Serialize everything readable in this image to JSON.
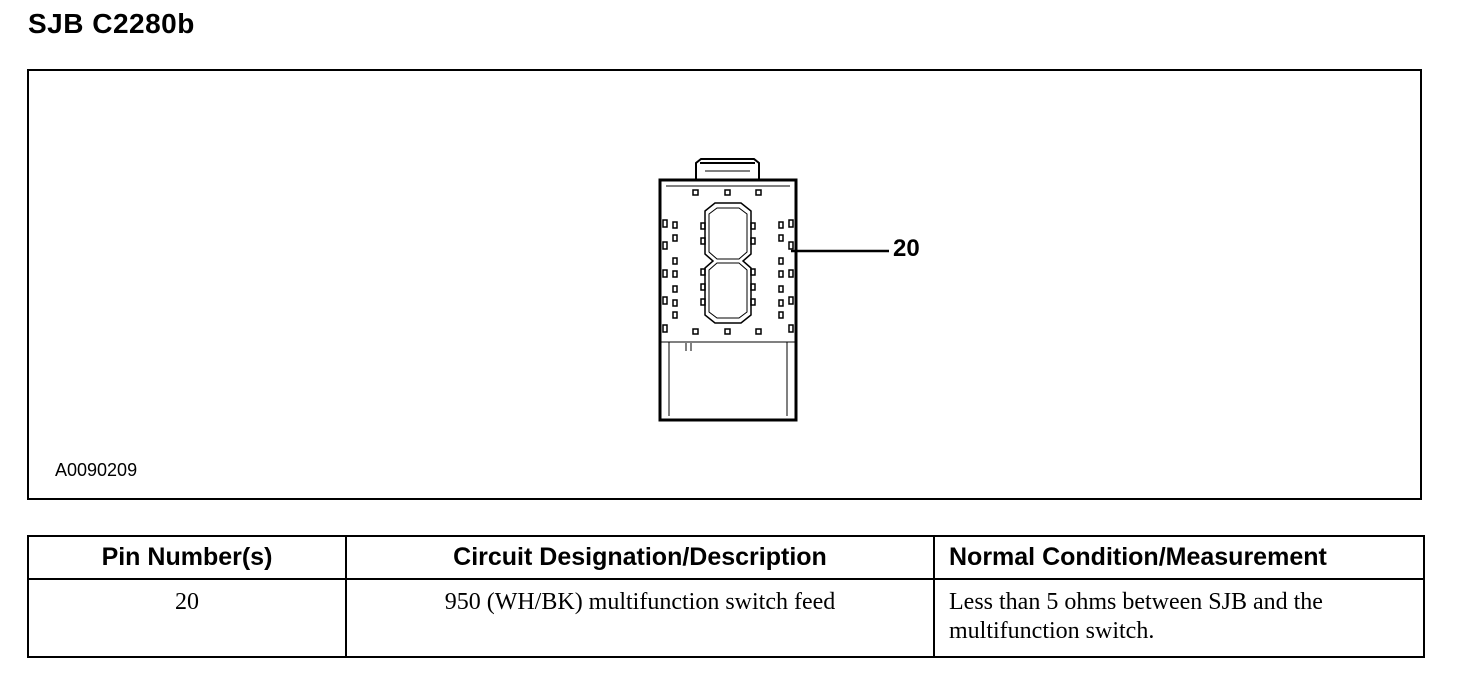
{
  "title": "SJB C2280b",
  "figure": {
    "id": "A0090209",
    "callout_pin": "20"
  },
  "table": {
    "headers": {
      "pin": "Pin Number(s)",
      "circuit": "Circuit Designation/Description",
      "normal": "Normal Condition/Measurement"
    },
    "rows": [
      {
        "pin": "20",
        "circuit": "950 (WH/BK) multifunction switch feed",
        "normal": "Less than 5 ohms between SJB and the multifunction switch."
      }
    ]
  }
}
